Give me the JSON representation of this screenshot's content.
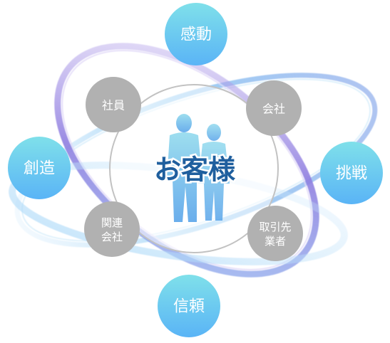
{
  "center": {
    "label": "お客様"
  },
  "values": [
    {
      "id": "kando",
      "label": "感動"
    },
    {
      "id": "sozo",
      "label": "創造"
    },
    {
      "id": "chosen",
      "label": "挑戦"
    },
    {
      "id": "shinrai",
      "label": "信頼"
    }
  ],
  "stakeholders": [
    {
      "id": "shain",
      "lines": [
        "社員"
      ]
    },
    {
      "id": "kaisha",
      "lines": [
        "会社"
      ]
    },
    {
      "id": "kanren",
      "lines": [
        "関連",
        "会社"
      ]
    },
    {
      "id": "torihiki",
      "lines": [
        "取引先",
        "業者"
      ]
    }
  ],
  "colors": {
    "value_top": "#7bdcec",
    "value_bottom": "#5bb8f7",
    "stakeholder": "#b1b1b1",
    "ring": "#c2c2c2",
    "center_text": "#1f5f9e",
    "figure_top": "#8fd6ec",
    "figure_bottom": "#5fa8ea",
    "orbit_blue": "#8cc6f2",
    "orbit_purple": "#9d8be0"
  }
}
